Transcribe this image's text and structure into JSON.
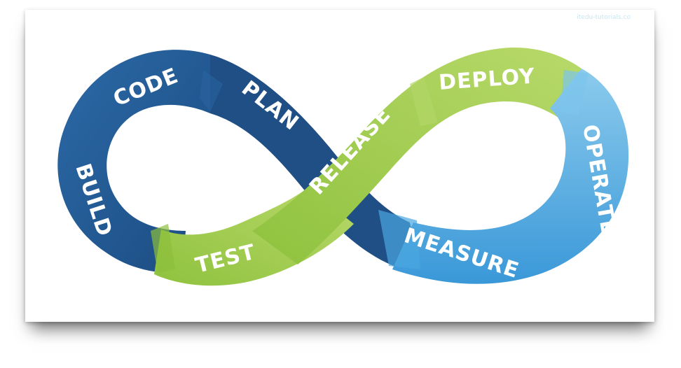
{
  "watermark": "itedu-tutorials.co",
  "stages": [
    {
      "id": "code",
      "label": "CODE"
    },
    {
      "id": "plan",
      "label": "PLAN"
    },
    {
      "id": "build",
      "label": "BUILD"
    },
    {
      "id": "test",
      "label": "TEST"
    },
    {
      "id": "release",
      "label": "RELEASE"
    },
    {
      "id": "deploy",
      "label": "DEPLOY"
    },
    {
      "id": "operate",
      "label": "OPERATE"
    },
    {
      "id": "measure",
      "label": "MEASURE"
    }
  ],
  "colors": {
    "dev_dark": "#1f5288",
    "dev_mid": "#2b67a5",
    "test_green": "#9fcb4d",
    "release_green": "#a9d15a",
    "ops_light_blue": "#5ab4e6",
    "ops_blue": "#3e9ad6",
    "text": "#ffffff"
  }
}
